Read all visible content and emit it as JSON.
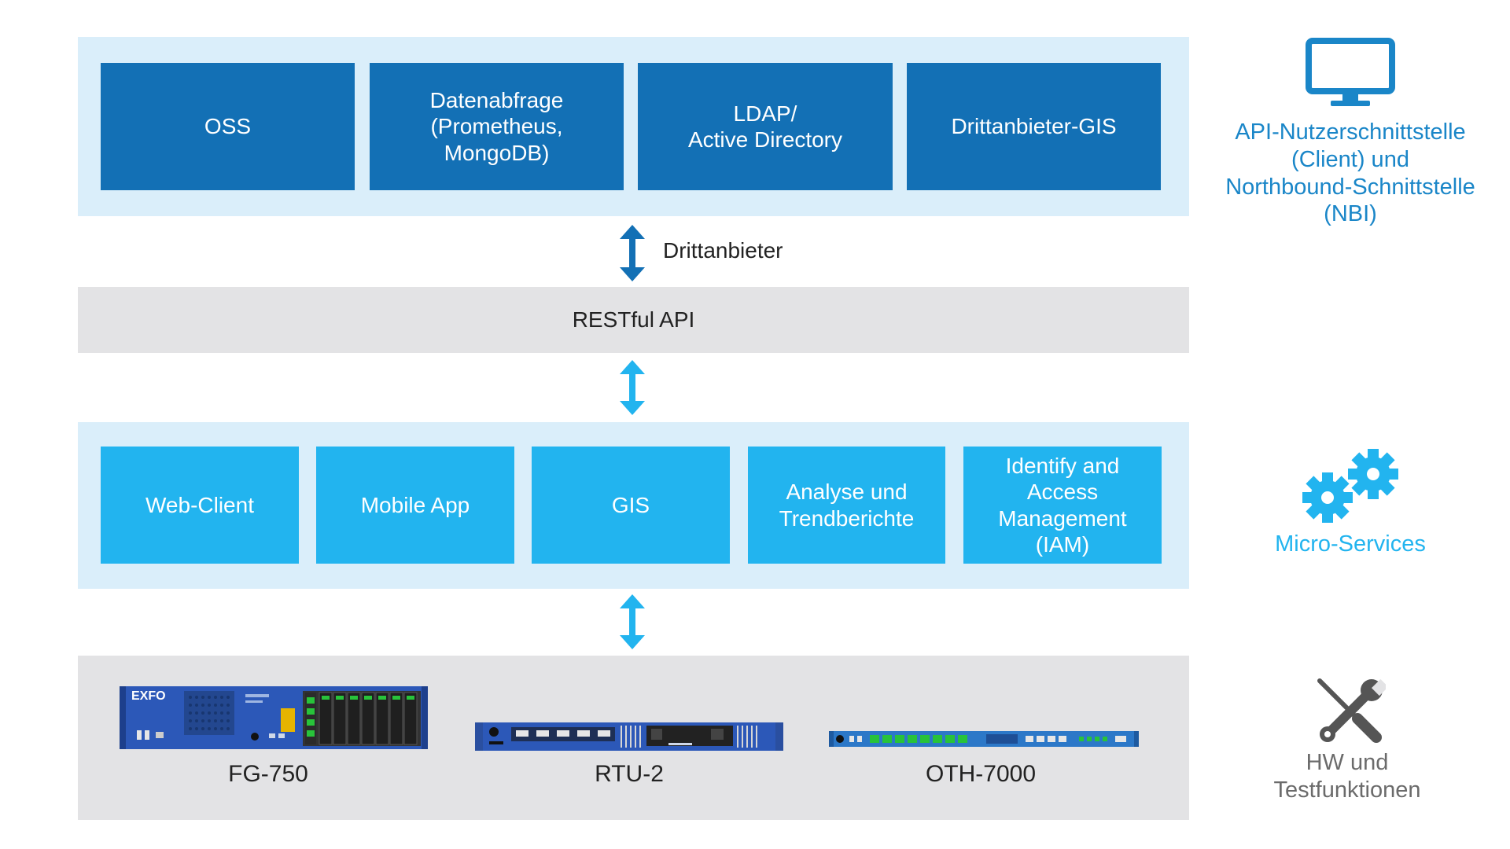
{
  "colors": {
    "dark_blue": "#1370b5",
    "light_blue": "#22b4ef",
    "panel_light_blue": "#daeefa",
    "panel_gray": "#e3e3e5",
    "side_label_blue": "#1a86c8",
    "side_label_light_blue": "#22b4ef",
    "side_label_gray": "#6b6b6b"
  },
  "top_layer": {
    "boxes": [
      {
        "label": "OSS"
      },
      {
        "label": "Datenabfrage\n(Prometheus,\nMongoDB)"
      },
      {
        "label": "LDAP/\nActive Directory"
      },
      {
        "label": "Drittanbieter-GIS"
      }
    ]
  },
  "connector_third_party": {
    "label": "Drittanbieter",
    "icon": "double-arrow-vertical-icon"
  },
  "api_layer": {
    "label": "RESTful API"
  },
  "middle_layer": {
    "boxes": [
      {
        "label": "Web-Client"
      },
      {
        "label": "Mobile App"
      },
      {
        "label": "GIS"
      },
      {
        "label": "Analyse und\nTrendberichte"
      },
      {
        "label": "Identify and\nAccess\nManagement\n(IAM)"
      }
    ]
  },
  "bottom_layer": {
    "devices": [
      {
        "label": "FG-750",
        "brand": "EXFO"
      },
      {
        "label": "RTU-2"
      },
      {
        "label": "OTH-7000"
      }
    ]
  },
  "side_labels": {
    "api": {
      "text": "API-Nutzerschnittstelle\n(Client) und\nNorthbound-Schnittstelle\n(NBI)",
      "icon": "monitor-icon"
    },
    "micro": {
      "text": "Micro-Services",
      "icon": "gears-icon"
    },
    "hw": {
      "text": "HW und\nTestfunktionen",
      "icon": "tools-icon"
    }
  }
}
